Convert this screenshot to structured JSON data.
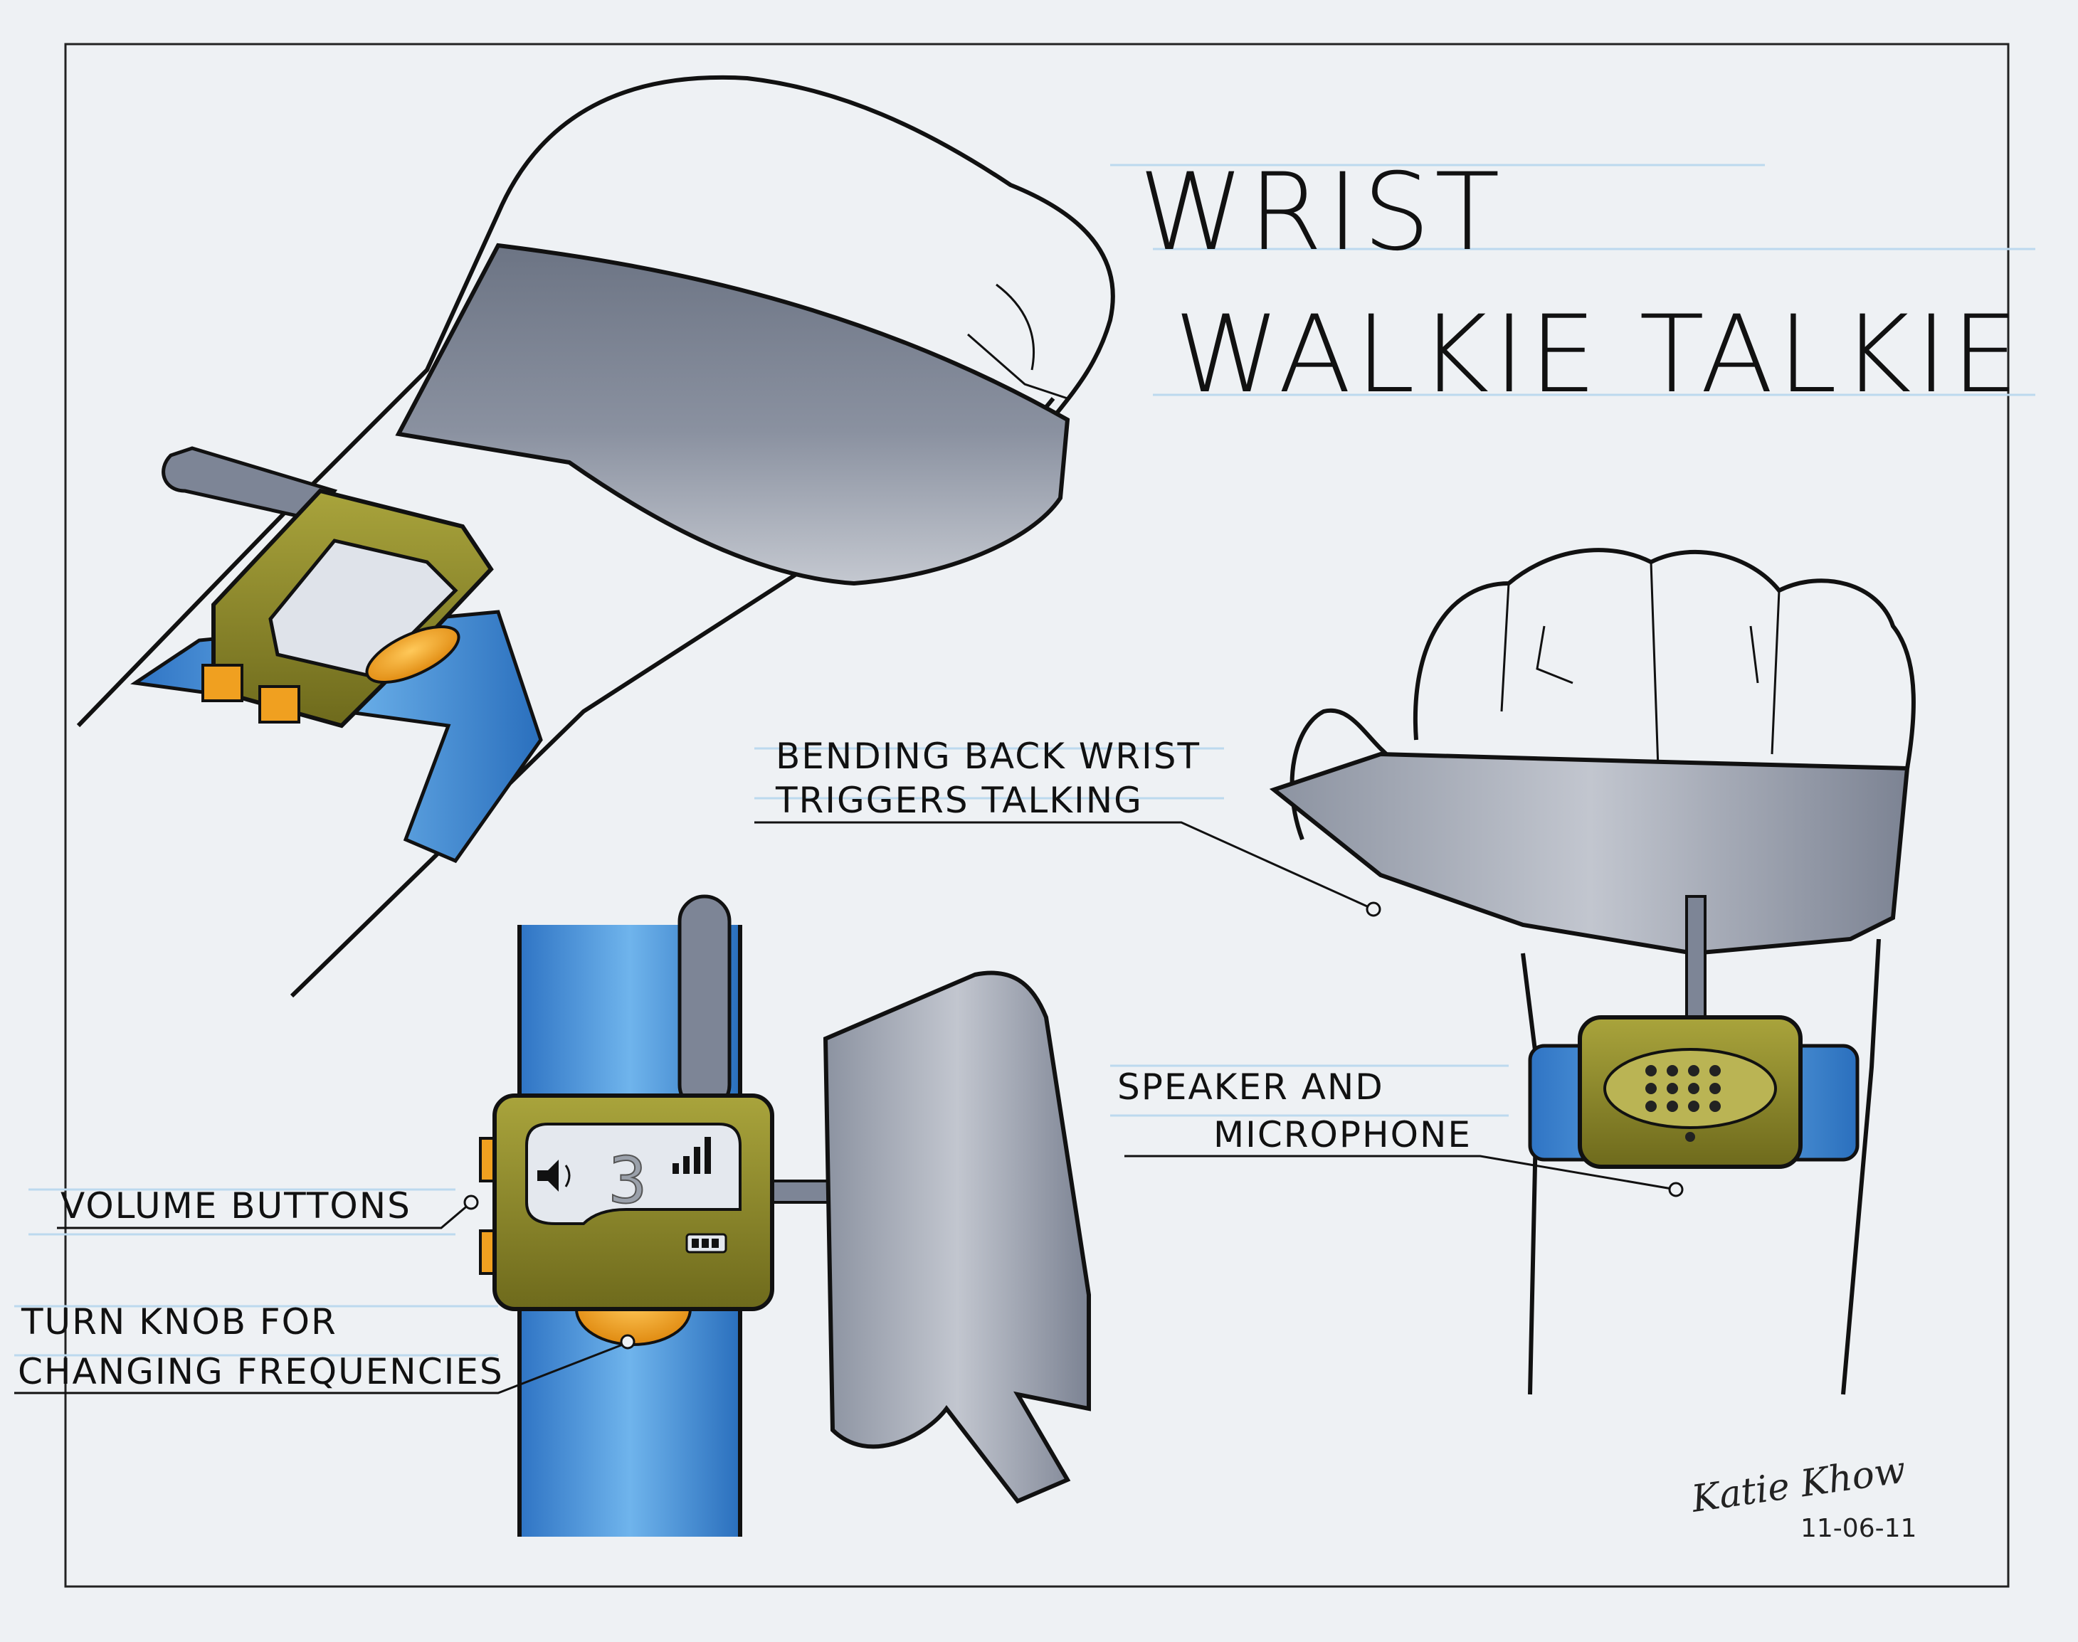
{
  "title": {
    "line1": "WRIST",
    "line2": "WALKIE TALKIE"
  },
  "callouts": {
    "bending": [
      "BENDING BACK WRIST",
      "TRIGGERS TALKING"
    ],
    "speaker": [
      "SPEAKER AND",
      "MICROPHONE"
    ],
    "volume": [
      "VOLUME BUTTONS"
    ],
    "knob": [
      "TURN KNOB FOR",
      "CHANGING FREQUENCIES"
    ]
  },
  "screen": {
    "channel_digit": "3"
  },
  "signature": {
    "name": "Katie Khow",
    "date": "11-06-11"
  },
  "colors": {
    "paper": "#eef1f4",
    "outline": "#111111",
    "sleeve_gray": "#7f8694",
    "sleeve_light": "#b6bac4",
    "strap_blue": "#3f8fd6",
    "device_olive": "#8f8a2a",
    "knob_orange": "#f0a020",
    "guide_blue": "#bcd9ee"
  }
}
